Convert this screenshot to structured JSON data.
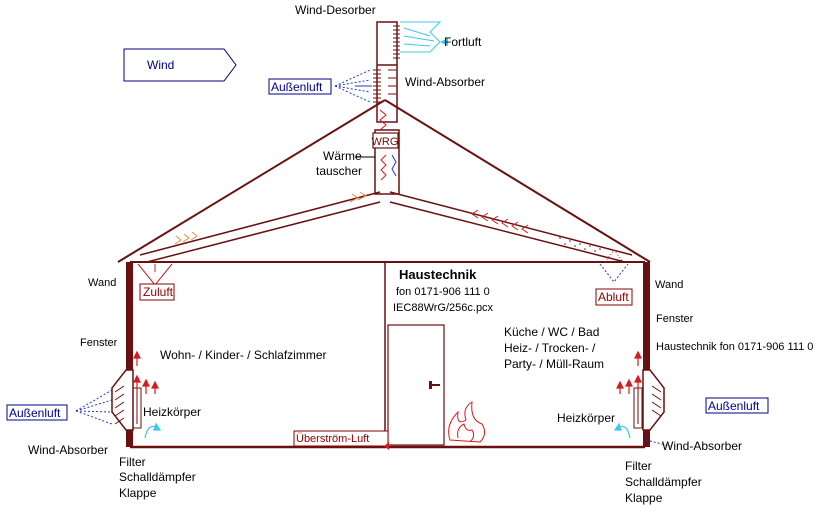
{
  "labels": {
    "wind_desorber": "Wind-Desorber",
    "fortluft": "Fortluft",
    "wind": "Wind",
    "aussenluft_top": "Außenluft",
    "wind_absorber_top": "Wind-Absorber",
    "wrg": "WRG",
    "waerme": "Wärme-",
    "tauscher": "tauscher",
    "haustechnik_title": "Haustechnik",
    "phone": "fon 0171-906 111 0",
    "file": "IEC88WrG/256c.pcx",
    "zuluft": "Zuluft",
    "abluft": "Abluft",
    "wand_left": "Wand",
    "wand_right": "Wand",
    "fenster_left": "Fenster",
    "fenster_right": "Fenster",
    "wohn": "Wohn- / Kinder- / Schlafzimmer",
    "kueche": "Küche / WC / Bad",
    "heiz": "Heiz- / Trocken- /",
    "party": "Party- / Müll-Raum",
    "haustechnik_right": "Haustechnik fon 0171-906 111 0",
    "aussenluft_left": "Außenluft",
    "aussenluft_right": "Außenluft",
    "heizkoerper_left": "Heizkörper",
    "heizkoerper_right": "Heizkörper",
    "wind_absorber_left": "Wind-Absorber",
    "wind_absorber_right": "Wind-Absorber",
    "ueberstroem": "Überström-Luft",
    "filter_left": "Filter",
    "schalldaempfer_left": "Schalldämpfer",
    "klappe_left": "Klappe",
    "filter_right": "Filter",
    "schalldaempfer_right": "Schalldämpfer",
    "klappe_right": "Klappe"
  },
  "colors": {
    "wall": "#6b1010",
    "outline": "#5a0a0a",
    "blue": "#1e3cc8",
    "cyan": "#3cc8e6",
    "red": "#d21e1e",
    "orange": "#e68c50"
  }
}
